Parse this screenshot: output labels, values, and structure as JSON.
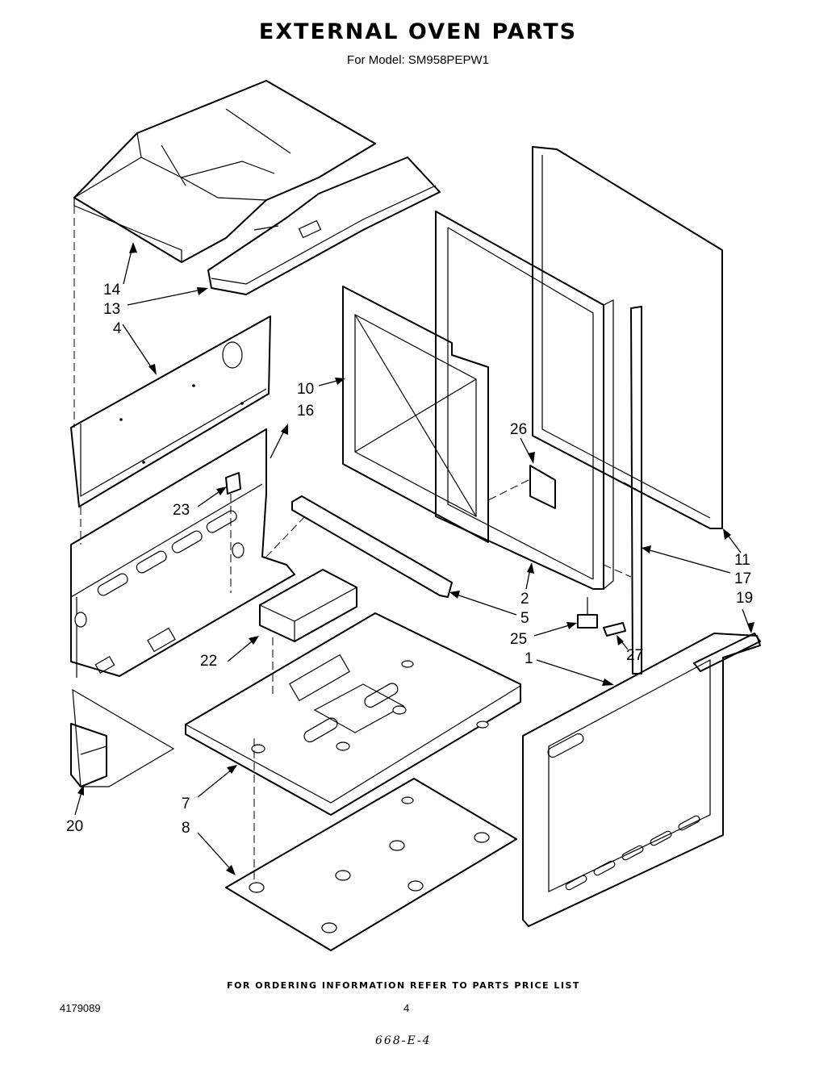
{
  "header": {
    "title": "EXTERNAL OVEN PARTS",
    "subtitle": "For Model: SM958PEPW1"
  },
  "callouts": [
    "14",
    "13",
    "4",
    "10",
    "16",
    "23",
    "26",
    "22",
    "5",
    "2",
    "25",
    "1",
    "27",
    "11",
    "17",
    "19",
    "7",
    "8",
    "20"
  ],
  "footer": {
    "ordering_note": "FOR ORDERING INFORMATION REFER TO PARTS PRICE LIST",
    "document_number": "4179089",
    "page_number": "4",
    "handwritten_note": "668-E-4"
  }
}
